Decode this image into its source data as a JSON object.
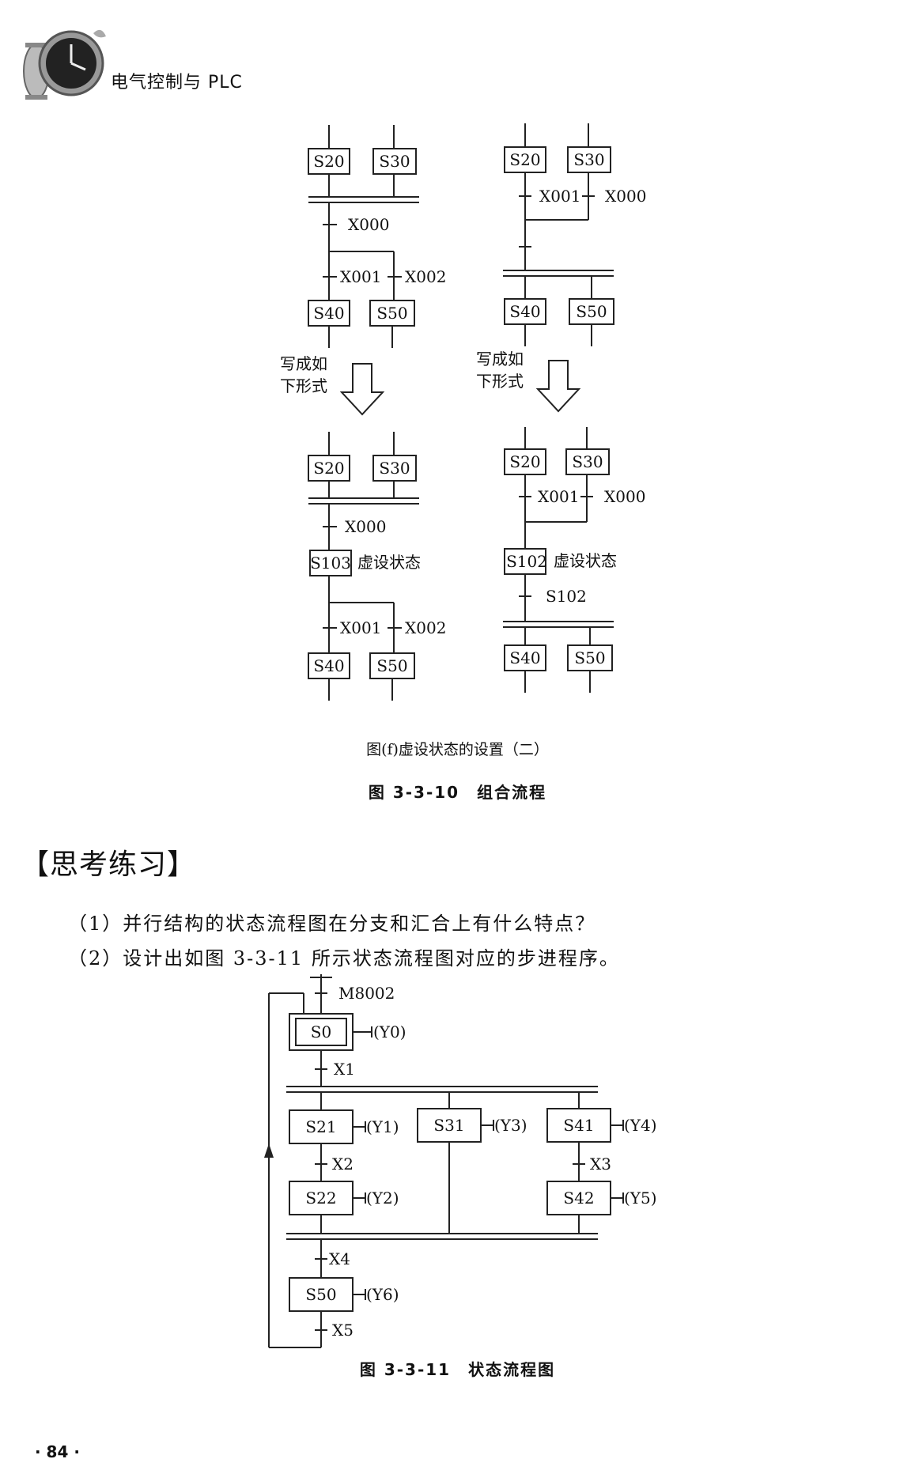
{
  "header": {
    "title": "电气控制与 PLC"
  },
  "fig_top": {
    "arrow_text_1": "写成如",
    "arrow_text_2": "下形式",
    "subcaption": "图(f)虚设状态的设置（二）",
    "caption": "图 3-3-10　组合流程",
    "labels": {
      "s20": "S20",
      "s30": "S30",
      "s40": "S40",
      "s50": "S50",
      "x000": "X000",
      "x001": "X001",
      "x002": "X002",
      "s103": "S103",
      "s102": "S102",
      "s102t": "S102",
      "virtual": "虚设状态"
    }
  },
  "section": {
    "title": "【思考练习】"
  },
  "questions": [
    "（1）并行结构的状态流程图在分支和汇合上有什么特点？",
    "（2）设计出如图 3-3-11 所示状态流程图对应的步进程序。"
  ],
  "fig_bottom": {
    "caption": "图 3-3-11　状态流程图",
    "labels": {
      "m8002": "M8002",
      "s0": "S0",
      "y0": "(Y0)",
      "x1": "X1",
      "s21": "S21",
      "y1": "(Y1)",
      "s31": "S31",
      "y3": "(Y3)",
      "s41": "S41",
      "y4": "(Y4)",
      "x2": "X2",
      "x3": "X3",
      "s22": "S22",
      "y2": "(Y2)",
      "s42": "S42",
      "y5": "(Y5)",
      "x4": "X4",
      "s50": "S50",
      "y6": "(Y6)",
      "x5": "X5"
    }
  },
  "footer": {
    "page_number": "· 84 ·"
  }
}
